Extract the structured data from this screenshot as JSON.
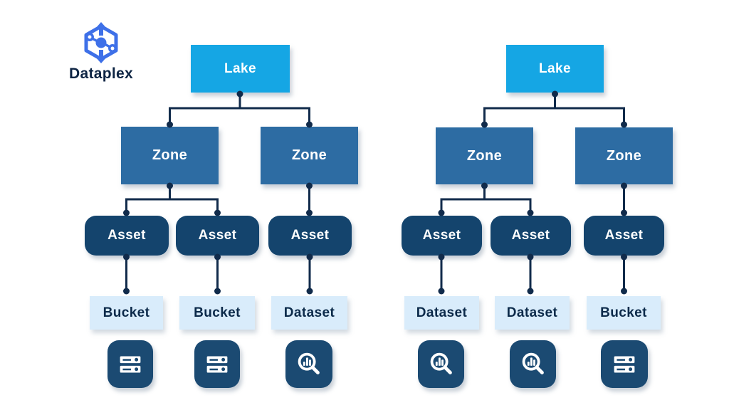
{
  "brand": {
    "name": "Dataplex"
  },
  "colors": {
    "lake": "#15a6e4",
    "zone": "#2d6ca3",
    "asset": "#14446d",
    "resource_bg": "#d9ecfb",
    "resource_text": "#0c2a4a",
    "connector_line": "#112b4b",
    "icon_tile": "#1b4a72",
    "logo_blue": "#3e70e8",
    "brand_text": "#0d2443",
    "background": "#ffffff"
  },
  "trees": [
    {
      "lake": {
        "label": "Lake"
      },
      "zones": [
        {
          "label": "Zone"
        },
        {
          "label": "Zone"
        }
      ],
      "assets": [
        {
          "label": "Asset"
        },
        {
          "label": "Asset"
        },
        {
          "label": "Asset"
        }
      ],
      "resources": [
        {
          "label": "Bucket",
          "icon": "storage"
        },
        {
          "label": "Bucket",
          "icon": "storage"
        },
        {
          "label": "Dataset",
          "icon": "dataset"
        }
      ]
    },
    {
      "lake": {
        "label": "Lake"
      },
      "zones": [
        {
          "label": "Zone"
        },
        {
          "label": "Zone"
        }
      ],
      "assets": [
        {
          "label": "Asset"
        },
        {
          "label": "Asset"
        },
        {
          "label": "Asset"
        }
      ],
      "resources": [
        {
          "label": "Dataset",
          "icon": "dataset"
        },
        {
          "label": "Dataset",
          "icon": "dataset"
        },
        {
          "label": "Bucket",
          "icon": "storage"
        }
      ]
    }
  ]
}
